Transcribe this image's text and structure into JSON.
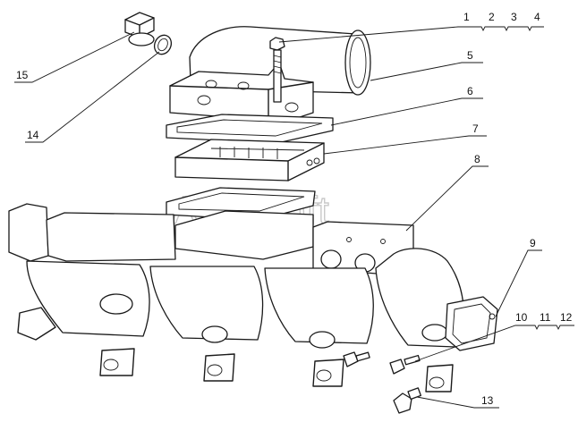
{
  "diagram": {
    "watermark": "AutoSoft",
    "callouts": [
      {
        "id": "c15",
        "number": "15"
      },
      {
        "id": "c14",
        "number": "14"
      },
      {
        "id": "c1234",
        "numbers": [
          "1",
          "2",
          "3",
          "4"
        ]
      },
      {
        "id": "c5",
        "number": "5"
      },
      {
        "id": "c6",
        "number": "6"
      },
      {
        "id": "c7",
        "number": "7"
      },
      {
        "id": "c8",
        "number": "8"
      },
      {
        "id": "c9",
        "number": "9"
      },
      {
        "id": "c101112",
        "numbers": [
          "10",
          "11",
          "12"
        ]
      },
      {
        "id": "c13",
        "number": "13"
      }
    ]
  }
}
